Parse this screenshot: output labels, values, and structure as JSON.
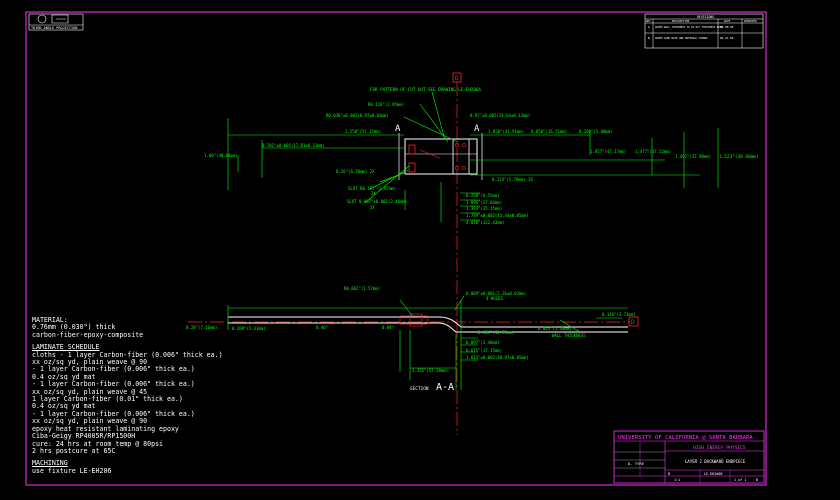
{
  "projection_label": "THIRD ANGLE PROJECTION",
  "revision_table": {
    "title": "REVISIONS",
    "columns": [
      "REV",
      "DESCRIPTION",
      "DATE",
      "APPROVED"
    ],
    "rows": [
      {
        "rev": "A",
        "description": "ADDED WALL THICKNESS TO 2X PLY THICKNESS NOTE",
        "date": "06-08-06",
        "approved": ""
      },
      {
        "rev": "B",
        "description": "ADDED CURE NOTE AND MATERIAL CHANGE",
        "date": "06-21-06",
        "approved": ""
      }
    ]
  },
  "plan_view": {
    "callout_cutout": "FOR PATTERN OF CUT OUT SEE DRAWING LE-EH206A",
    "dims_top": [
      "R0.116\"(2.95mm)",
      "R0.038\"±0.001(0.97±0.03mm)",
      "0.97\"±0.005(24.64±0.13mm)",
      "2.250\"(57.15mm)",
      "1.650\"(41.91mm)",
      "0.650\"(16.51mm)",
      "0.200\"(5.08mm)"
    ],
    "dims_left": [
      "0.701\"±0.005(17.81±0.13mm)",
      "1.60\"(40.64mm)"
    ],
    "dims_right": [
      "1.857\"(47.17mm)",
      "1.477\"(37.52mm)",
      "1.492\"(37.90mm)",
      "1.523\"(38.68mm)"
    ],
    "section_mark": "A",
    "dims_bottom_left": [
      "0.26\"(6.70mm) 2X",
      "SLOT R0.105\"(2.67mm)",
      "2X",
      "SLOT 0.097\"±0.001(2.46mm)",
      "2X"
    ],
    "dims_bottom_right": [
      "0.224\"(5.70mm) 2X",
      "0.258\"(6.55mm)",
      "1.096\"(27.84mm)",
      "1.384\"(35.15mm)",
      "1.789\"±0.002(45.44±0.05mm)",
      "4.820\"(122.43mm)"
    ]
  },
  "section_view": {
    "label": "SECTION",
    "mark": "A-A",
    "dims": {
      "radius": "R0.062\"(1.57mm)",
      "holes": "0.089\"±0.001(2.26±0.03mm)",
      "holes_note": "4 HOLES",
      "left_outer": "0.28\"(7.16mm)",
      "left_inner": "0.209\"(5.31mm)",
      "mid_a": "0.40\"",
      "mid_b": "0.04\"",
      "right_a": "0.146\"(3.71mm)",
      "right_b": "0.055\"(1.40mm)",
      "wall_thickness": "WALL THICKNESS",
      "b1": "0.454\"(11.53mm)",
      "b2": "0.097\"(2.46mm)",
      "b3": "0.675\"(17.15mm)",
      "b4": "1.613\"±0.002(40.97±0.05mm)",
      "b5": "2.255\"(57.28mm)"
    }
  },
  "notes": {
    "material_title": "MATERIAL:",
    "material_lines": [
      "0.76mm (0.030\") thick",
      "carbon-fiber-epoxy-composite"
    ],
    "laminate_title": "LAMINATE SCHEDULE",
    "laminate_lines": [
      "cloths  - 1 layer Carbon-fiber (0.006\" thick ea.)",
      "  xx oz/sq yd, plain weave @ 90",
      "  - 1 layer Carbon-fiber (0.006\" thick ea.)",
      "  0.4 oz/sq yd mat",
      "  - 1 layer Carbon-fiber (0.006\" thick ea.)",
      "  xx oz/sq yd, plain weave @ 45",
      "  1 layer Carbon-fiber (0.01\" thick ea.)",
      "  0.4 oz/sq yd mat",
      "  - 1 layer Carbon-fiber (0.006\" thick ea.)",
      "  xx oz/sq yd, plain weave @ 90",
      "epoxy heat resistant laminating epoxy",
      "  Ciba-Geigy RP4005R/RP1500H",
      "cure: 24 hrs at room temp @ 80psi",
      "  2 hrs postcure at 65C"
    ],
    "machining_title": "MACHINING",
    "machining_lines": [
      "use fixture LE-EH206"
    ]
  },
  "title_block": {
    "university": "UNIVERSITY OF CALIFORNIA @ SANTA BARBARA",
    "department": "HIGH ENERGY PHYSICS",
    "part_title": "LAYER 2 BACKWARD ENDPIECE",
    "drawn_by": "D. TYRE",
    "drawing_number": "LE-EH206B",
    "scale": "1:1",
    "sheet": "1 of 1",
    "size": "B",
    "rev": "B"
  },
  "colors": {
    "border": "#ff33ff",
    "dimension": "#00ff00",
    "centerline": "#ff2222",
    "part": "#ffffff",
    "background": "#000000"
  }
}
